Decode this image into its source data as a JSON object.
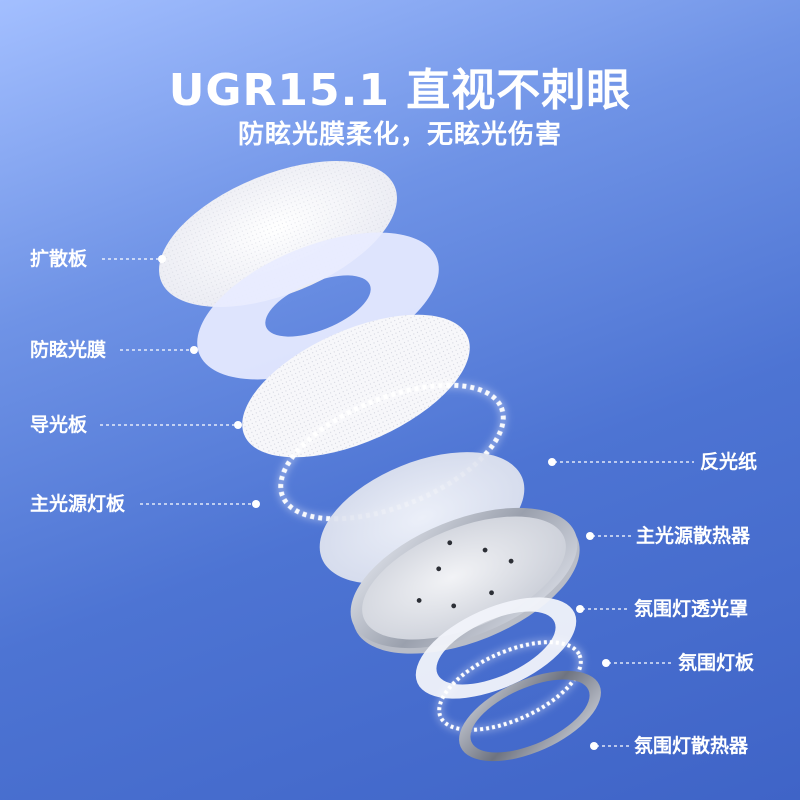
{
  "header": {
    "title": "UGR15.1 直视不刺眼",
    "subtitle": "防眩光膜柔化，无眩光伤害"
  },
  "layers_left": [
    {
      "label": "扩散板"
    },
    {
      "label": "防眩光膜"
    },
    {
      "label": "导光板"
    },
    {
      "label": "主光源灯板"
    }
  ],
  "layers_right": [
    {
      "label": "反光纸"
    },
    {
      "label": "主光源散热器"
    },
    {
      "label": "氛围灯透光罩"
    },
    {
      "label": "氛围灯板"
    },
    {
      "label": "氛围灯散热器"
    }
  ],
  "colors": {
    "background_top": "#a3bfff",
    "background_bottom": "#3f64c7",
    "text": "#ffffff"
  }
}
